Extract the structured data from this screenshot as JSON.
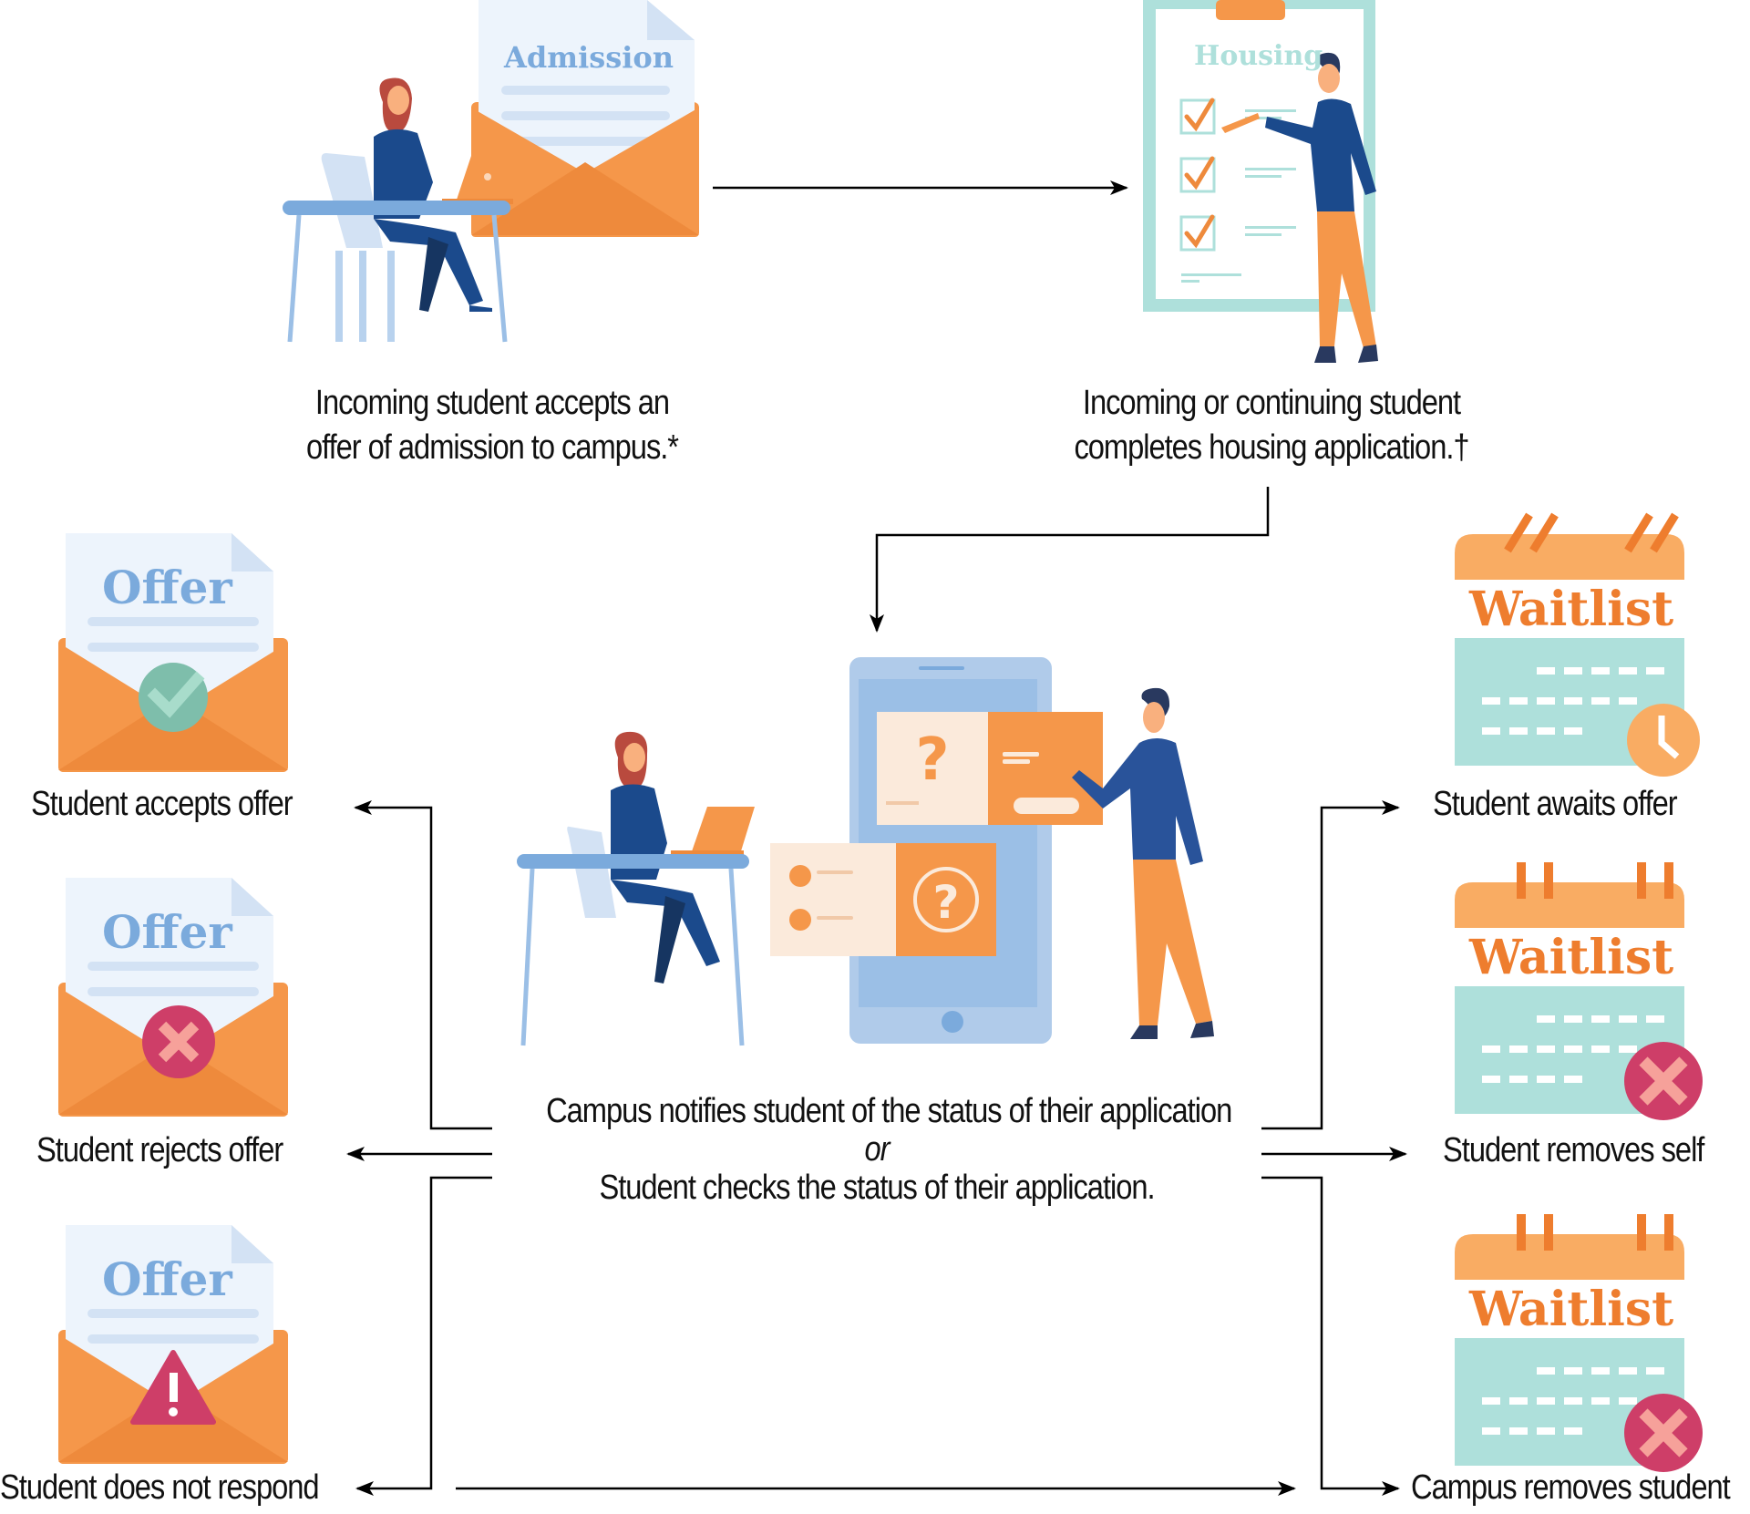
{
  "diagram": {
    "colors": {
      "orange": "#F5974A",
      "orange_dark": "#EE8A3C",
      "paper": "#EDF4FC",
      "paper_line": "#D3E2F4",
      "paper_text": "#7BAADC",
      "teal": "#AEE0DB",
      "navy": "#1B4A8C",
      "navy_dark": "#29395F",
      "red_badge": "#CE3E68",
      "pink_x": "#F6A19A",
      "green_badge": "#7EBEAB",
      "arrow": "#000000"
    },
    "steps": {
      "admission": {
        "icon_label": "Admission",
        "caption_line1": "Incoming student accepts an",
        "caption_line2": "offer of admission to campus.*"
      },
      "housing": {
        "icon_label": "Housing",
        "caption_line1": "Incoming or continuing student",
        "caption_line2": "completes housing application.†"
      },
      "status": {
        "line1": "Campus notifies student of the status of their application",
        "connector": "or",
        "line2": "Student checks the status of their application."
      }
    },
    "offer_outcomes": [
      {
        "icon_label": "Offer",
        "badge": "check",
        "caption": "Student accepts offer"
      },
      {
        "icon_label": "Offer",
        "badge": "x",
        "caption": "Student rejects offer"
      },
      {
        "icon_label": "Offer",
        "badge": "warning",
        "caption": "Student does not respond"
      }
    ],
    "waitlist_outcomes": [
      {
        "icon_label": "Waitlist",
        "badge": "clock",
        "caption": "Student awaits offer"
      },
      {
        "icon_label": "Waitlist",
        "badge": "x",
        "caption": "Student removes self"
      },
      {
        "icon_label": "Waitlist",
        "badge": "x",
        "caption": "Campus removes student"
      }
    ]
  }
}
